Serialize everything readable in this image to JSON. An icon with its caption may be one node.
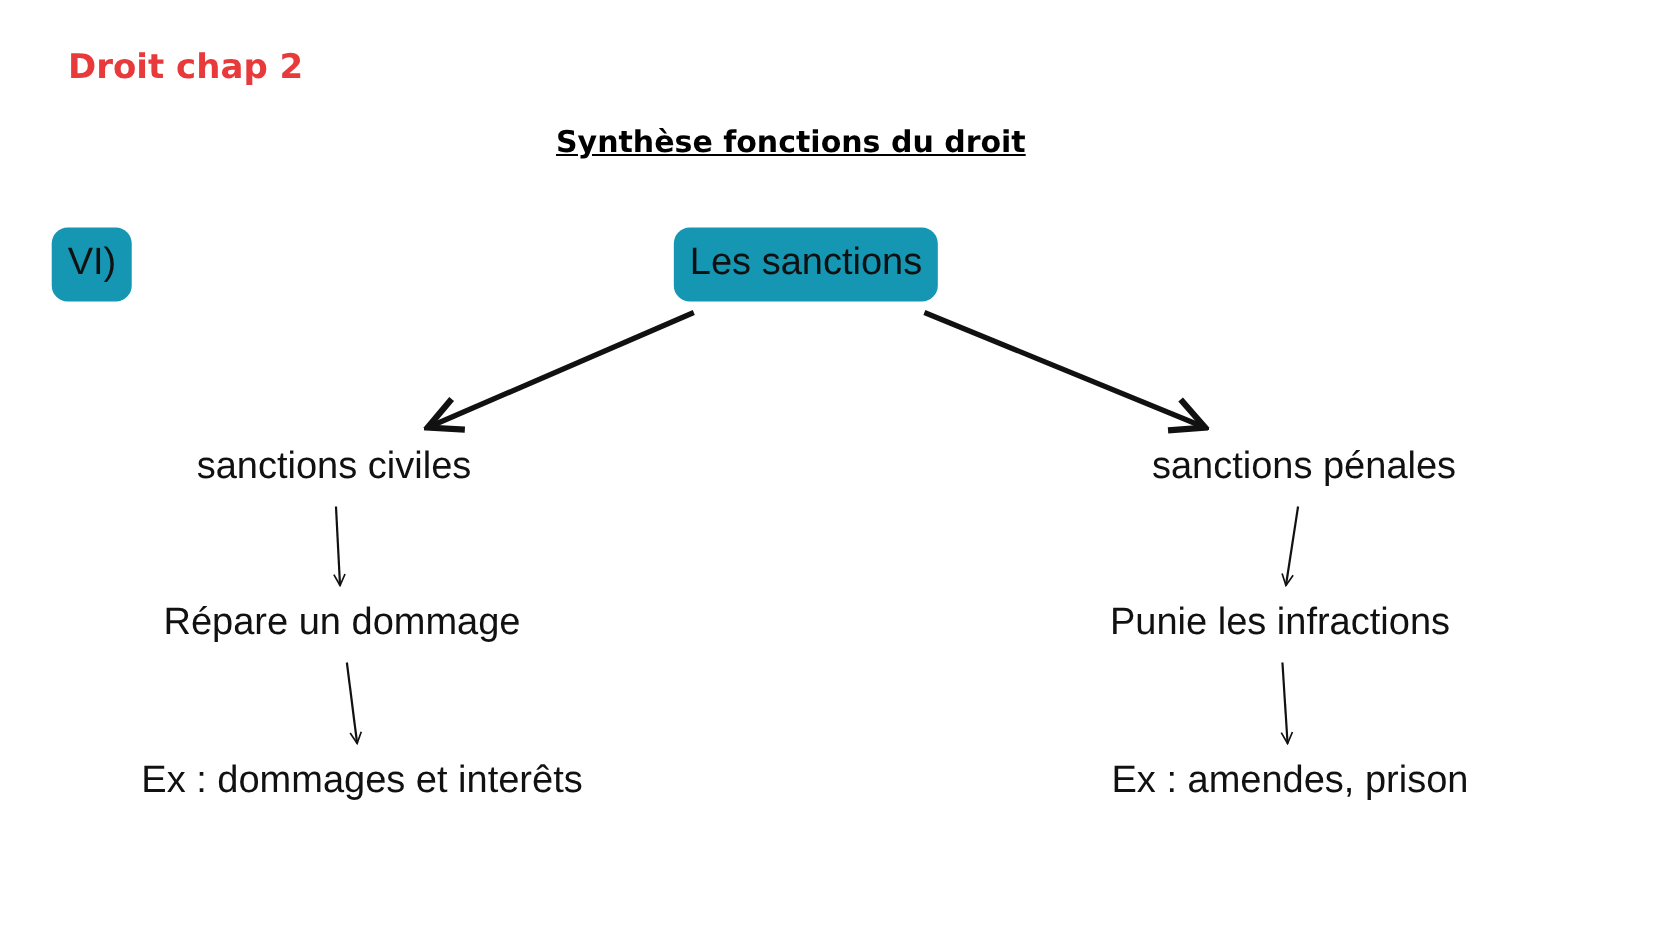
{
  "diagram": {
    "title": "Synthèse fonctions du droit",
    "nodes": [
      {
        "text": [
          "VI)"
        ]
      },
      {
        "text": [
          "Les sanctions"
        ]
      },
      {
        "text": [
          "sanctions civiles"
        ]
      },
      {
        "text": [
          "sanctions pénales"
        ]
      },
      {
        "text": [
          "Répare un dommage"
        ]
      },
      {
        "text": [
          "Punie les infractions"
        ]
      },
      {
        "text": [
          "Ex : dommages et interêts"
        ]
      },
      {
        "text": [
          "Ex : amendes, prison"
        ]
      }
    ],
    "edges": [
      {
        "from": 1,
        "to": 2,
        "arrow": "to",
        "style": "thick"
      },
      {
        "from": 1,
        "to": 3,
        "arrow": "to",
        "style": "thick"
      },
      {
        "from": 2,
        "to": 4,
        "arrow": "to"
      },
      {
        "from": 4,
        "to": 6,
        "arrow": "to"
      },
      {
        "from": 3,
        "to": 5,
        "arrow": "to"
      },
      {
        "from": 5,
        "to": 7,
        "arrow": "to"
      }
    ],
    "labels": [
      "Droit chap 2"
    ]
  }
}
